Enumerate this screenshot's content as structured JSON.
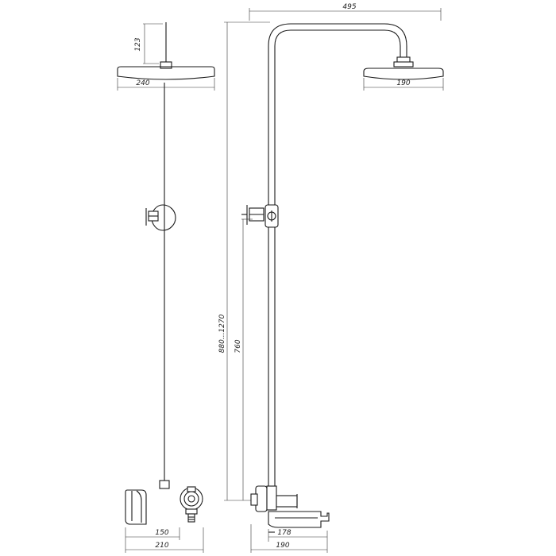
{
  "drawing": {
    "dimensions": {
      "top_width": "495",
      "arm_height": "123",
      "left_head_diameter": "240",
      "right_head_diameter": "190",
      "height_range": "880...1270",
      "rail_length": "760",
      "valve_depth": "150",
      "spout_length": "178",
      "base_width_left": "210",
      "base_width_right": "190"
    }
  }
}
